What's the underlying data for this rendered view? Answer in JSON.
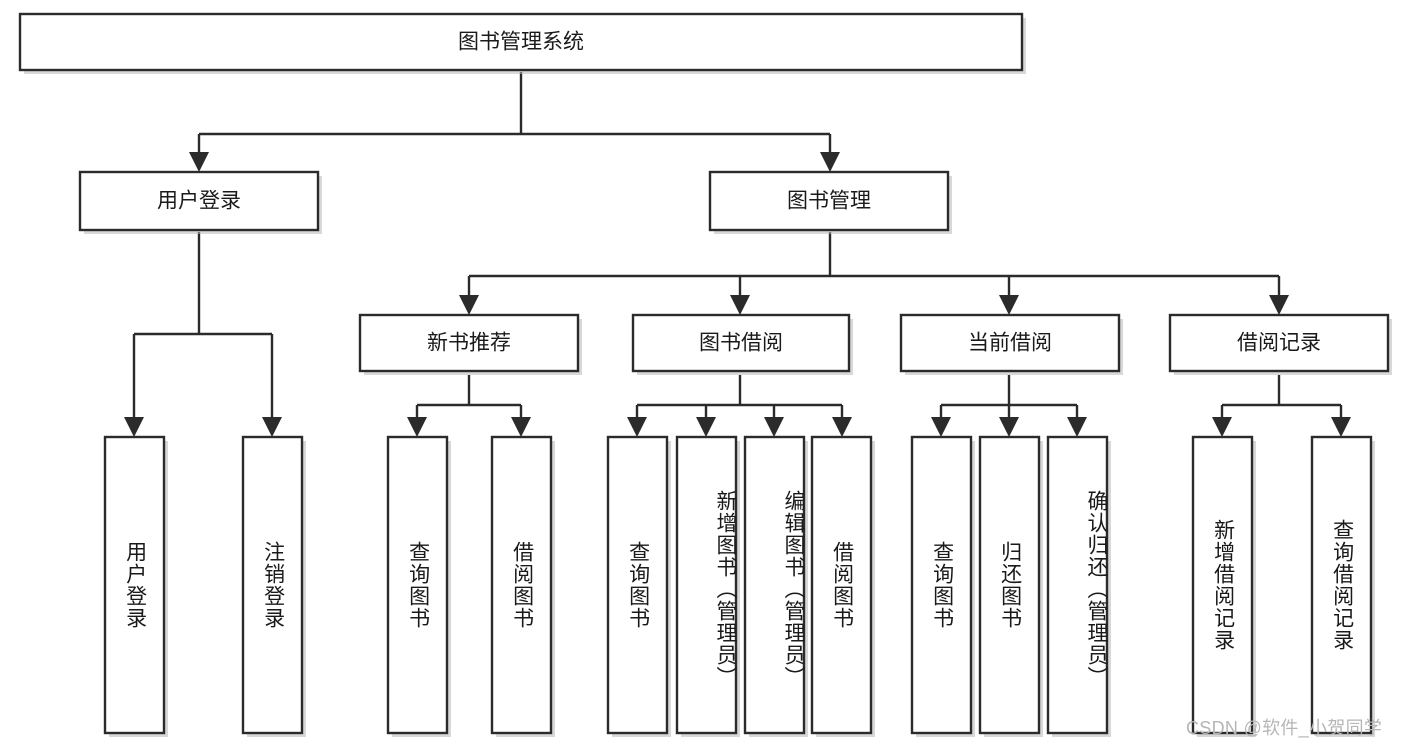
{
  "diagram": {
    "type": "tree-hierarchy",
    "title": "图书管理系统",
    "orientation": "top-down",
    "colors": {
      "box_fill": "#ffffff",
      "box_stroke": "#2b2b2b",
      "edge": "#2b2b2b",
      "text": "#1a1a1a",
      "watermark": "#b6b6b6",
      "background": "#ffffff"
    },
    "root": {
      "id": "root",
      "label": "图书管理系统"
    },
    "level1": [
      {
        "id": "user-login",
        "label": "用户登录"
      },
      {
        "id": "book-manage",
        "label": "图书管理"
      }
    ],
    "level2": [
      {
        "id": "new-book-recommend",
        "label": "新书推荐",
        "parent": "book-manage"
      },
      {
        "id": "book-borrow",
        "label": "图书借阅",
        "parent": "book-manage"
      },
      {
        "id": "current-borrow",
        "label": "当前借阅",
        "parent": "book-manage"
      },
      {
        "id": "borrow-record",
        "label": "借阅记录",
        "parent": "book-manage"
      }
    ],
    "leaves": {
      "user-login": [
        {
          "id": "leaf-user-login",
          "label": "用户登录"
        },
        {
          "id": "leaf-user-logout",
          "label": "注销登录"
        }
      ],
      "new-book-recommend": [
        {
          "id": "leaf-query-book-1",
          "label": "查询图书"
        },
        {
          "id": "leaf-borrow-book-1",
          "label": "借阅图书"
        }
      ],
      "book-borrow": [
        {
          "id": "leaf-query-book-2",
          "label": "查询图书"
        },
        {
          "id": "leaf-add-book",
          "label": "新增图书（管理员）"
        },
        {
          "id": "leaf-edit-book",
          "label": "编辑图书（管理员）"
        },
        {
          "id": "leaf-borrow-book-2",
          "label": "借阅图书"
        }
      ],
      "current-borrow": [
        {
          "id": "leaf-query-book-3",
          "label": "查询图书"
        },
        {
          "id": "leaf-return-book",
          "label": "归还图书"
        },
        {
          "id": "leaf-confirm-return",
          "label": "确认归还（管理员）"
        }
      ],
      "borrow-record": [
        {
          "id": "leaf-add-record",
          "label": "新增借阅记录"
        },
        {
          "id": "leaf-query-record",
          "label": "查询借阅记录"
        }
      ]
    }
  },
  "watermark": {
    "text": "CSDN @软件_小贺同学"
  }
}
